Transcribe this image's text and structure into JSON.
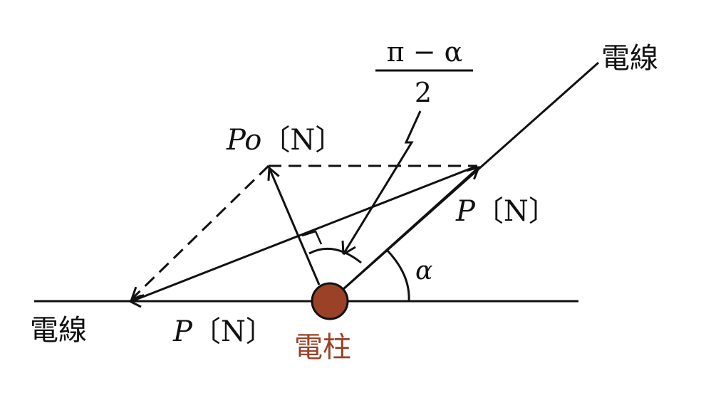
{
  "labels": {
    "wire_left": "電線",
    "wire_right": "電線",
    "pole": "電柱",
    "p_top_var": "Po",
    "p_top_unit": "〔N〕",
    "p_right_var": "P",
    "p_right_unit": "〔N〕",
    "p_bottom_var": "P",
    "p_bottom_unit": "〔N〕",
    "angle_alpha": "α",
    "fraction_numerator": "π − α",
    "fraction_denominator": "2"
  },
  "colors": {
    "line": "#111111",
    "pole_fill": "#9a4127",
    "pole_label": "#9a4127"
  }
}
